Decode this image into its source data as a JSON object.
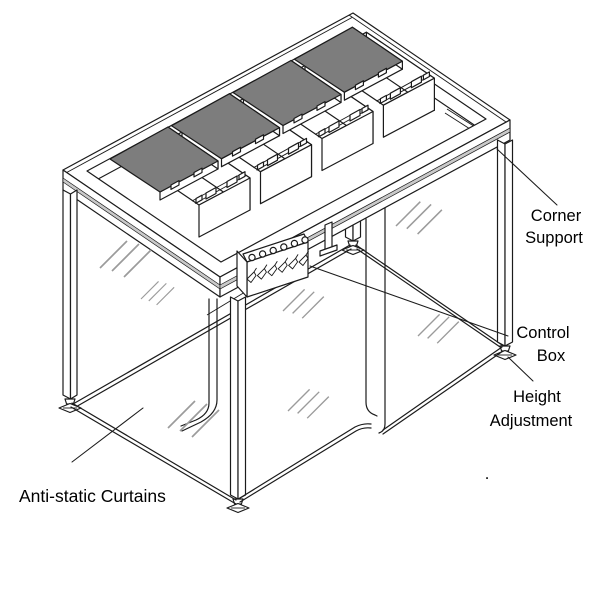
{
  "labels": {
    "corner_support": {
      "line1": "Corner",
      "line2": "Support"
    },
    "control_box": {
      "line1": "Control",
      "line2": "Box"
    },
    "height_adjustment": {
      "line1": "Height",
      "line2": "Adjustment"
    },
    "anti_static_curtains": "Anti-static Curtains",
    "stray_dot": "."
  },
  "colors": {
    "line": "#1b1b1b",
    "filter_panel_gray": "#7d7d7d",
    "curtain_shine_gray": "#9b9b9b",
    "fascia_strip_gray": "#c9c9c9",
    "background": "#ffffff",
    "label_text": "#000000"
  },
  "diagram": {
    "visible_filter_units": 4,
    "control_box_switches": 6,
    "control_box_indicators": 6,
    "corner_posts": 4,
    "leveling_feet": 4
  }
}
